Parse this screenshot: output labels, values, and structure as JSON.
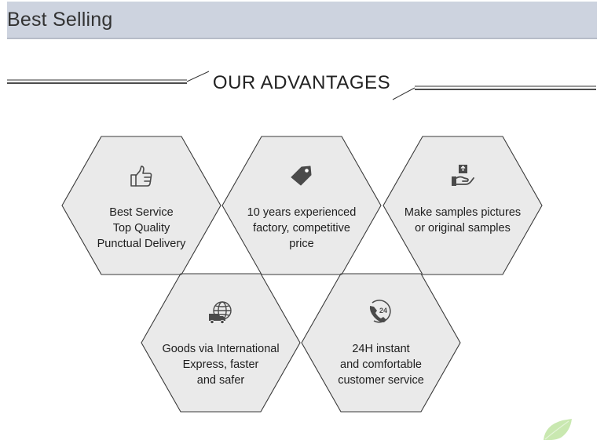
{
  "header": {
    "title": "Best Selling"
  },
  "section": {
    "title": "OUR ADVANTAGES"
  },
  "advantages": [
    {
      "icon": "thumbs-up-icon",
      "lines": [
        "Best Service",
        "Top Quality",
        "Punctual Delivery"
      ]
    },
    {
      "icon": "price-tag-icon",
      "lines": [
        "10 years experienced",
        "factory, competitive",
        "price"
      ]
    },
    {
      "icon": "hand-package-icon",
      "lines": [
        "Make samples pictures",
        "or original samples"
      ]
    },
    {
      "icon": "globe-truck-icon",
      "lines": [
        "Goods via International",
        "Express, faster",
        "and safer"
      ]
    },
    {
      "icon": "phone-24h-icon",
      "lines": [
        "24H instant",
        "and comfortable",
        "customer service"
      ]
    }
  ],
  "colors": {
    "header_background": "#cdd3df",
    "hexagon_fill": "#e8e8e8",
    "hexagon_stroke": "#3a3a3a",
    "leaf": "#c9e8b0"
  }
}
